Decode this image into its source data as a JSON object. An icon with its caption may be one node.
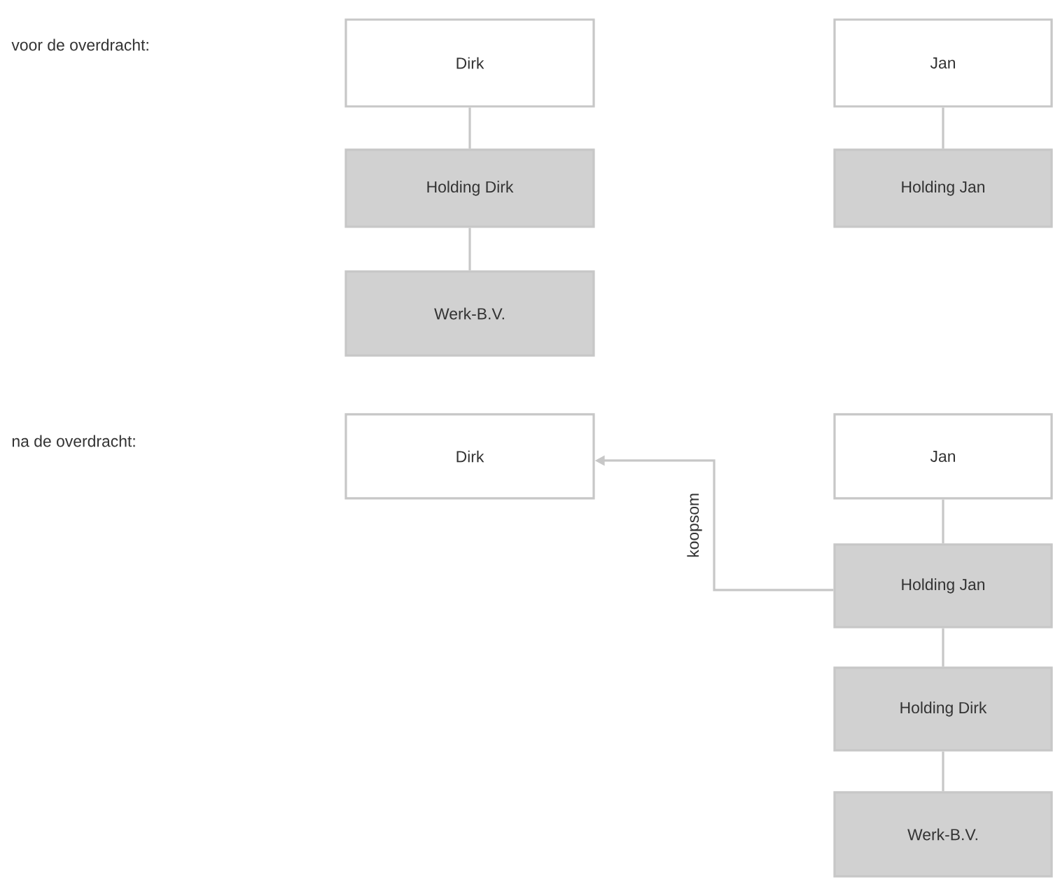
{
  "diagram": {
    "nodes": [
      {
        "text": [
          "Dirk"
        ]
      },
      {
        "text": [
          "Holding Dirk"
        ]
      },
      {
        "text": [
          "Werk-B.V."
        ]
      },
      {
        "text": [
          "Jan"
        ]
      },
      {
        "text": [
          "Holding Jan"
        ]
      },
      {
        "text": [
          "Dirk"
        ]
      },
      {
        "text": [
          "Jan"
        ]
      },
      {
        "text": [
          "Holding Jan"
        ]
      },
      {
        "text": [
          "Holding Dirk"
        ]
      },
      {
        "text": [
          "Werk-B.V."
        ]
      }
    ],
    "edges": [
      {
        "from": 0,
        "to": 1,
        "arrow": "none"
      },
      {
        "from": 1,
        "to": 2,
        "arrow": "none"
      },
      {
        "from": 3,
        "to": 4,
        "arrow": "none"
      },
      {
        "from": 6,
        "to": 7,
        "arrow": "none"
      },
      {
        "from": 7,
        "to": 8,
        "arrow": "none"
      },
      {
        "from": 8,
        "to": 9,
        "arrow": "none"
      },
      {
        "from": 7,
        "to": 5,
        "arrow": "to",
        "label": "koopsom"
      }
    ],
    "labels": [
      "voor de overdracht:",
      "na de overdracht:"
    ]
  }
}
